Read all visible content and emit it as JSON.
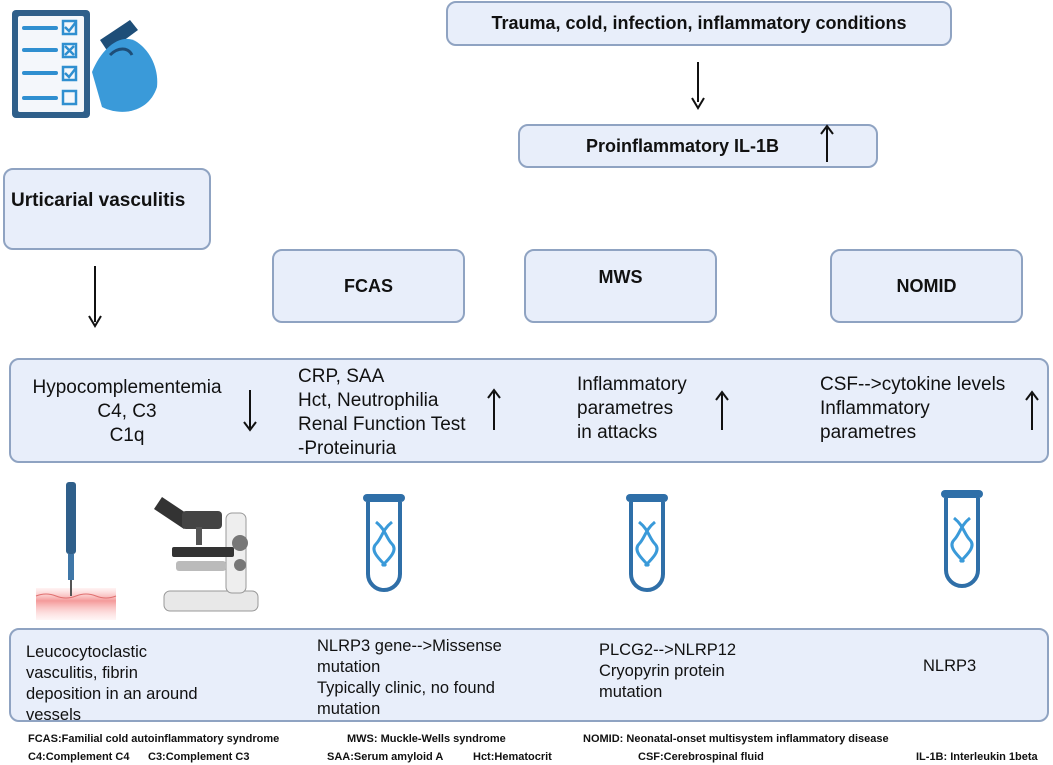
{
  "top_box": "Trauma, cold,  infection, inflammatory conditions",
  "il1_box": "Proinflammatory IL-1B",
  "uv_box": "Urticarial vasculitis",
  "disease_boxes": {
    "fcas": "FCAS",
    "mws": "MWS",
    "nomid": "NOMID"
  },
  "labs": {
    "uv": [
      "Hypocomplementemia",
      "C4, C3",
      "C1q"
    ],
    "fcas": [
      "CRP, SAA",
      "Hct, Neutrophilia",
      "Renal Function Test",
      "-Proteinuria"
    ],
    "mws": [
      "Inflammatory",
      "parametres",
      "in attacks"
    ],
    "nomid": [
      "CSF-->cytokine levels",
      "Inflammatory",
      "parametres"
    ]
  },
  "findings": {
    "uv": [
      "Leucocytoclastic",
      "vasculitis, fibrin",
      "deposition in an around",
      "vessels"
    ],
    "fcas": [
      "NLRP3 gene-->Missense",
      "mutation",
      "Typically clinic, no found",
      "mutation"
    ],
    "mws": [
      "PLCG2-->NLRP12",
      "Cryopyrin protein",
      "mutation"
    ],
    "nomid": "NLRP3"
  },
  "legend": {
    "fcas": "FCAS:Familial cold autoinflammatory syndrome",
    "mws": "MWS: Muckle-Wells syndrome",
    "nomid": "NOMID:  Neonatal-onset multisystem inflammatory disease",
    "c4": "C4:Complement C4",
    "c3": "C3:Complement C3",
    "saa": "SAA:Serum amyloid A",
    "hct": "Hct:Hematocrit",
    "csf": "CSF:Cerebrospinal fluid",
    "il1b": "IL-1B: Interleukin 1beta"
  },
  "icons": [
    "checklist-icon",
    "needle-icon",
    "microscope-icon",
    "test-tube-icon"
  ],
  "colors": {
    "box_fill": "#e8eefa",
    "box_border": "#8fa3c2",
    "icon_blue": "#2f6fa8",
    "icon_accent": "#3a9ad9"
  }
}
